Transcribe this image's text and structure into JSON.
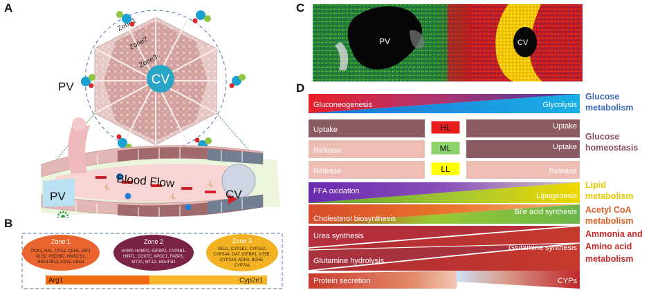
{
  "panel_labels": {
    "a": "A",
    "b": "B",
    "c": "C",
    "d": "D"
  },
  "panel_a": {
    "zone1": "Zone1",
    "zone2": "Zone2",
    "zone3": "Zone3",
    "cv": "CV",
    "pv": "PV",
    "pv_vessel": "PV",
    "cv_vessel": "CV",
    "blood_flow": "Blood Flow"
  },
  "panel_b": {
    "zone1": {
      "title": "Zone 1",
      "genes": [
        "PCK1, HAL, CPS1, CDH1, IGF1",
        "GLS2, HSD3B7, HMGCS1,",
        "HSD17B13, ASS1, ARG1"
      ]
    },
    "zone2": {
      "title": "Zone 2",
      "genes": [
        "HAMP, HAMP2, IGFBP2, CYP8B1,",
        "HINT1, COX7C, APOC1, FABP1,",
        "MT2A, MT1G, NDUFB1"
      ]
    },
    "zone3": {
      "title": "Zone 3",
      "genes": [
        "GLUL, CYP2E1, CYP1A2,",
        "CYP3A4, OAT, IGFBP1, NT5E,",
        "CYP3A4, ADH4, BCHE,",
        "CYP7A1"
      ]
    },
    "bar_left": "Arg1",
    "bar_right": "Cyp2e1"
  },
  "panel_c": {
    "pv": "PV",
    "cv": "CV"
  },
  "panel_d": {
    "rows": {
      "gluconeogenesis": "Gluconeogenesis",
      "glycolysis": "Glycolysis",
      "uptake_left": "Uptake",
      "uptake_right": "Uptake",
      "release_left": "Release",
      "uptake_right2": "Uptake",
      "release_left2": "Release",
      "release_right": "Release",
      "ffa": "FFA oxidation",
      "lipogenesis": "Lipogenesis",
      "bile": "Bile acid synthesis",
      "cholesterol": "Cholesterol biosynthesis",
      "urea": "Urea synthesis",
      "glutamine_syn": "Glutamine synthesis",
      "glutamine_hyd": "Glutamine hydrolysis",
      "protein": "Protein secretion",
      "cyps": "CYPs"
    },
    "legend": {
      "hl": "HL",
      "ml": "ML",
      "ll": "LL"
    },
    "categories": {
      "glucose_metabolism": [
        "Glucose",
        "metabolism"
      ],
      "glucose_homeostasis": [
        "Glucose",
        "homeostasis"
      ],
      "lipid_metabolism": [
        "Lipid",
        "metabolism"
      ],
      "acetyl_coa": [
        "Acetyl CoA",
        "metabolism"
      ],
      "ammonia": [
        "Ammonia and",
        "Amino acid",
        "metabolism"
      ]
    },
    "colors": {
      "glucose_metabolism": "#3a6bb5",
      "glucose_homeostasis": "#8c4f5c",
      "lipid_metabolism": "#e6c800",
      "acetyl_coa": "#e0602a",
      "ammonia": "#c62a2a",
      "hl": "#e81e1e",
      "ml": "#8bd36a",
      "ll": "#ffff00"
    }
  }
}
